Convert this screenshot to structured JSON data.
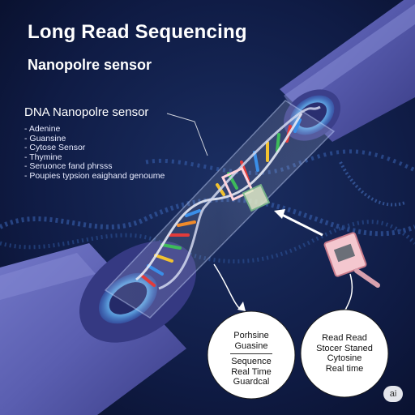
{
  "title": "Long Read Sequencing",
  "subtitle": "Nanopolre sensor",
  "sensor_heading": "DNA Nanopolre sensor",
  "sensor_items": [
    "- Adenine",
    "- Guansine",
    "- Cytose Sensor",
    "- Thymine",
    "- Seruonce fand phrsss",
    "- Poupies typsion eaighand genoume"
  ],
  "left_circle": {
    "line1": "Porhsine",
    "line2": "Guasine",
    "line3": "Sequence",
    "line4": "Real Time",
    "line5": "Guardcal"
  },
  "right_circle": {
    "line1": "Read Read",
    "line2": "Stocer Staned",
    "line3": "Cytosine",
    "line4": "Real time"
  },
  "badge": "ai",
  "colors": {
    "background": "#0a1230",
    "tube": "#5a5fb0",
    "pore_ring": "#6ab8f0",
    "base_colors": [
      "#e23b3b",
      "#f2c230",
      "#3a8ee8",
      "#3dbb5a",
      "#f08a2a"
    ],
    "backbone": "#e6e9f5"
  }
}
